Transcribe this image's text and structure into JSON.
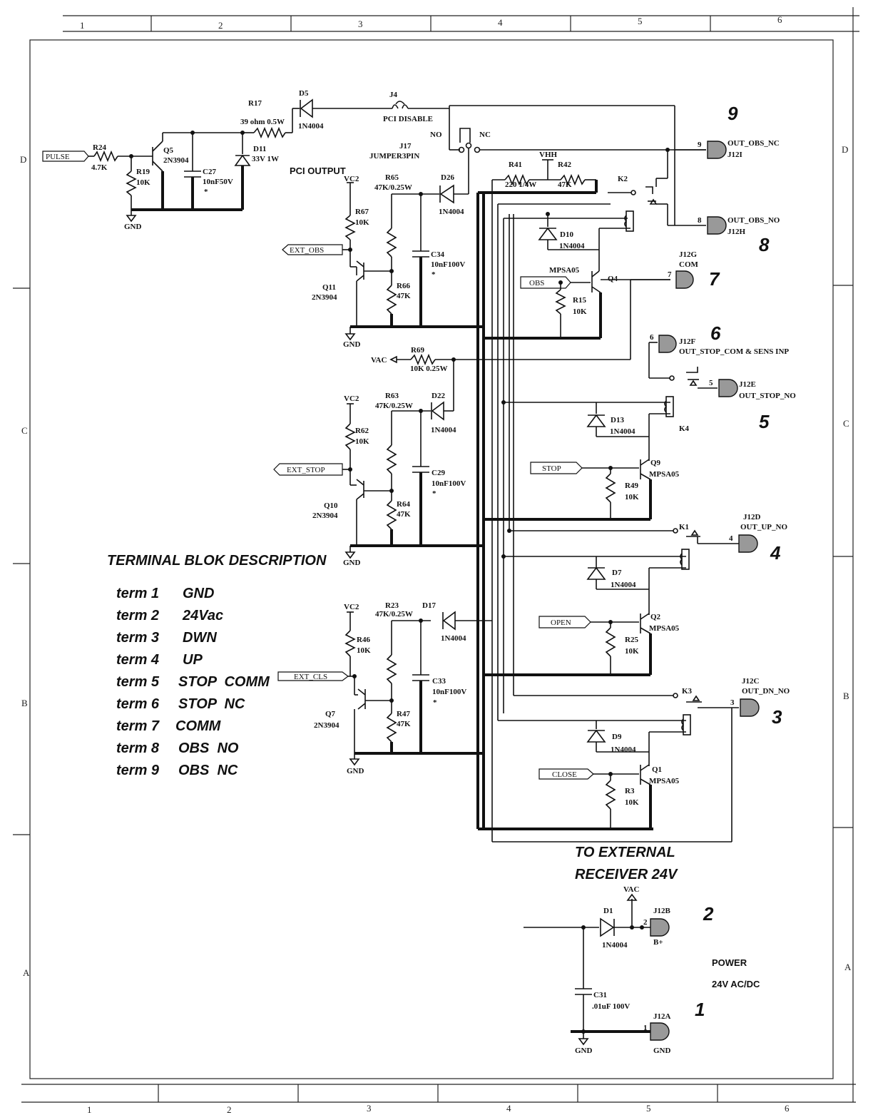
{
  "grid": {
    "columns": [
      "1",
      "2",
      "3",
      "4",
      "5",
      "6"
    ],
    "rows": [
      "D",
      "C",
      "B",
      "A"
    ]
  },
  "components": {
    "r24": {
      "ref": "R24",
      "value": "4.7K"
    },
    "r19": {
      "ref": "R19",
      "value": "10K"
    },
    "q5": {
      "ref": "Q5",
      "value": "2N3904"
    },
    "c27": {
      "ref": "C27",
      "value": "10nF50V",
      "mark": "*"
    },
    "d11": {
      "ref": "D11",
      "value": "33V 1W"
    },
    "r17": {
      "ref": "R17",
      "value": "39 ohm 0.5W"
    },
    "d5": {
      "ref": "D5",
      "value": "1N4004"
    },
    "j4": {
      "ref": "J4",
      "value": "PCI DISABLE"
    },
    "j17": {
      "ref": "J17",
      "value": "JUMPER3PIN",
      "no": "NO",
      "nc": "NC"
    },
    "pci_output": "PCI OUTPUT",
    "vc2": "VC2",
    "r65": {
      "ref": "R65",
      "value": "47K/0.25W"
    },
    "d26": {
      "ref": "D26",
      "value": "1N4004"
    },
    "r67": {
      "ref": "R67",
      "value": "10K"
    },
    "c34": {
      "ref": "C34",
      "value": "10nF100V",
      "mark": "*"
    },
    "q11": {
      "ref": "Q11",
      "value": "2N3904"
    },
    "r66": {
      "ref": "R66",
      "value": "47K"
    },
    "r41": {
      "ref": "R41",
      "value": "220 1/4W"
    },
    "vhh": "VHH",
    "r42": {
      "ref": "R42",
      "value": "47K"
    },
    "k2": "K2",
    "d10": {
      "ref": "D10",
      "value": "1N4004"
    },
    "q4": {
      "ref": "Q4",
      "value": "MPSA05"
    },
    "r15": {
      "ref": "R15",
      "value": "10K"
    },
    "vac": "VAC",
    "r69": {
      "ref": "R69",
      "value": "10K 0.25W"
    },
    "r63": {
      "ref": "R63",
      "value": "47K/0.25W"
    },
    "d22": {
      "ref": "D22",
      "value": "1N4004"
    },
    "r62": {
      "ref": "R62",
      "value": "10K"
    },
    "c29": {
      "ref": "C29",
      "value": "10nF100V",
      "mark": "*"
    },
    "q10": {
      "ref": "Q10",
      "value": "2N3904"
    },
    "r64": {
      "ref": "R64",
      "value": "47K"
    },
    "d13": {
      "ref": "D13",
      "value": "1N4004"
    },
    "k4": "K4",
    "q9": {
      "ref": "Q9",
      "value": "MPSA05"
    },
    "r49": {
      "ref": "R49",
      "value": "10K"
    },
    "k1": "K1",
    "d7": {
      "ref": "D7",
      "value": "1N4004"
    },
    "q2": {
      "ref": "Q2",
      "value": "MPSA05"
    },
    "r25": {
      "ref": "R25",
      "value": "10K"
    },
    "r23": {
      "ref": "R23",
      "value": "47K/0.25W"
    },
    "d17": {
      "ref": "D17",
      "value": "1N4004"
    },
    "r46": {
      "ref": "R46",
      "value": "10K"
    },
    "c33": {
      "ref": "C33",
      "value": "10nF100V",
      "mark": "*"
    },
    "q7": {
      "ref": "Q7",
      "value": "2N3904"
    },
    "r47": {
      "ref": "R47",
      "value": "47K"
    },
    "k3": "K3",
    "d9": {
      "ref": "D9",
      "value": "1N4004"
    },
    "q1": {
      "ref": "Q1",
      "value": "MPSA05"
    },
    "r3": {
      "ref": "R3",
      "value": "10K"
    },
    "d1": {
      "ref": "D1",
      "value": "1N4004"
    },
    "c31": {
      "ref": "C31",
      "value": ".01uF 100V"
    },
    "gnd": "GND"
  },
  "net_labels": {
    "pulse": "PULSE",
    "ext_obs": "EXT_OBS",
    "obs": "OBS",
    "ext_stop": "EXT_STOP",
    "stop": "STOP",
    "open": "OPEN",
    "ext_cls": "EXT_CLS",
    "close": "CLOSE"
  },
  "connectors": [
    {
      "id": "j12i",
      "pin": "9",
      "ref": "J12I",
      "label": "OUT_OBS_NC",
      "big": "9"
    },
    {
      "id": "j12h",
      "pin": "8",
      "ref": "J12H",
      "label": "OUT_OBS_NO",
      "big": "8"
    },
    {
      "id": "j12g",
      "pin": "7",
      "ref": "J12G",
      "label": "COM",
      "big": "7"
    },
    {
      "id": "j12f",
      "pin": "6",
      "ref": "J12F",
      "label": "OUT_STOP_COM & SENS INP",
      "big": "6"
    },
    {
      "id": "j12e",
      "pin": "5",
      "ref": "J12E",
      "label": "OUT_STOP_NO",
      "big": "5"
    },
    {
      "id": "j12d",
      "pin": "4",
      "ref": "J12D",
      "label": "OUT_UP_NO",
      "big": "4"
    },
    {
      "id": "j12c",
      "pin": "3",
      "ref": "J12C",
      "label": "OUT_DN_NO",
      "big": "3"
    },
    {
      "id": "j12b",
      "pin": "2",
      "ref": "J12B",
      "label": "B+",
      "big": "2"
    },
    {
      "id": "j12a",
      "pin": "1",
      "ref": "J12A",
      "label": "GND",
      "big": "1"
    }
  ],
  "terminal_block": {
    "title": "TERMINAL BLOK DESCRIPTION",
    "rows": [
      {
        "term": "term 1",
        "desc": "GND"
      },
      {
        "term": "term 2",
        "desc": "24Vac"
      },
      {
        "term": "term 3",
        "desc": "DWN"
      },
      {
        "term": "term 4",
        "desc": "UP"
      },
      {
        "term": "term 5",
        "desc": "STOP  COMM"
      },
      {
        "term": "term 6",
        "desc": "STOP  NC"
      },
      {
        "term": "term 7",
        "desc": "COMM"
      },
      {
        "term": "term 8",
        "desc": "OBS  NO"
      },
      {
        "term": "term 9",
        "desc": "OBS  NC"
      }
    ]
  },
  "notes": {
    "external_1": "TO EXTERNAL",
    "external_2": "RECEIVER 24V",
    "power_1": "POWER",
    "power_2": "24V AC/DC"
  }
}
